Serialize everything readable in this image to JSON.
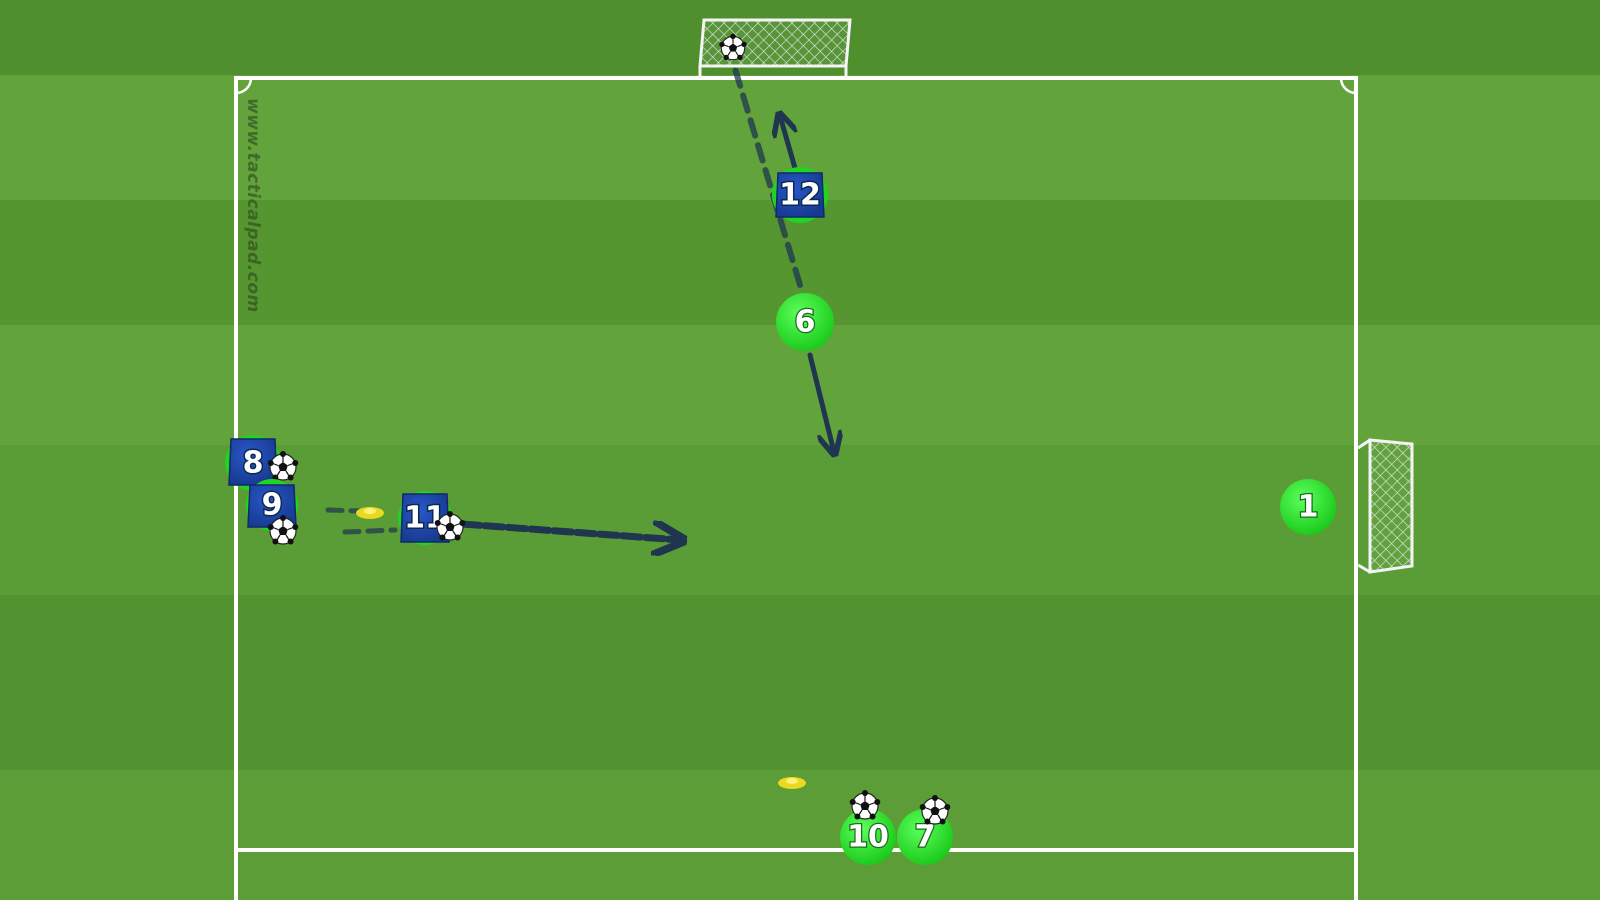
{
  "watermark": "www.tacticalpad.com",
  "colors": {
    "grass_light": "#5c9c37",
    "grass_dark": "#4a8a2b",
    "line": "#ffffff",
    "team_blue": "#1c3f9e",
    "team_green": "#2ee12e",
    "arrow": "#1f3550",
    "cone": "#f0e020"
  },
  "players": [
    {
      "id": "player-12",
      "number": "12",
      "team": "blue"
    },
    {
      "id": "player-6",
      "number": "6",
      "team": "green"
    },
    {
      "id": "player-8",
      "number": "8",
      "team": "blue"
    },
    {
      "id": "player-9",
      "number": "9",
      "team": "blue"
    },
    {
      "id": "player-11",
      "number": "11",
      "team": "blue"
    },
    {
      "id": "player-1",
      "number": "1",
      "team": "green"
    },
    {
      "id": "player-10",
      "number": "10",
      "team": "green"
    },
    {
      "id": "player-7",
      "number": "7",
      "team": "green"
    }
  ],
  "icons": {
    "ball": "soccer-ball-icon",
    "cone": "cone-icon",
    "goal": "goal-net-icon"
  }
}
